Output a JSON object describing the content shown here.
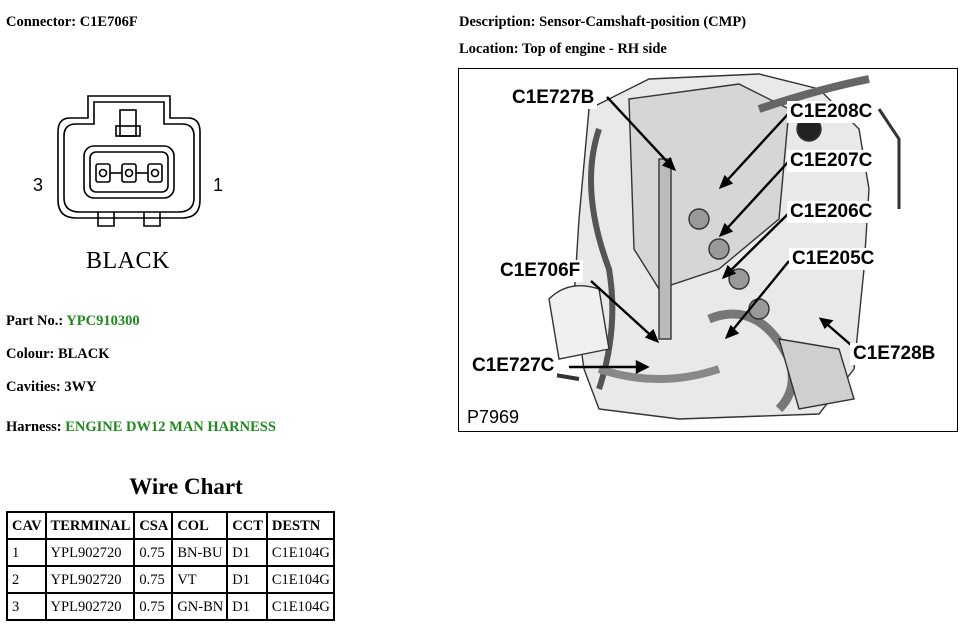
{
  "connector": {
    "label": "Connector:",
    "id": "C1E706F",
    "pin_left": "3",
    "pin_right": "1",
    "caption": "BLACK"
  },
  "description": {
    "label": "Description:",
    "value": "Sensor-Camshaft-position (CMP)"
  },
  "location": {
    "label": "Location:",
    "value": "Top of engine - RH side"
  },
  "part_no": {
    "label": "Part No.:",
    "value": "YPC910300"
  },
  "colour": {
    "label": "Colour:",
    "value": "BLACK"
  },
  "cavities": {
    "label": "Cavities:",
    "value": "3WY"
  },
  "harness": {
    "label": "Harness:",
    "value": "ENGINE DW12 MAN HARNESS"
  },
  "wire_chart": {
    "title": "Wire Chart",
    "headers": [
      "CAV",
      "TERMINAL",
      "CSA",
      "COL",
      "CCT",
      "DESTN"
    ],
    "rows": [
      [
        "1",
        "YPL902720",
        "0.75",
        "BN-BU",
        "D1",
        "C1E104G"
      ],
      [
        "2",
        "YPL902720",
        "0.75",
        "VT",
        "D1",
        "C1E104G"
      ],
      [
        "3",
        "YPL902720",
        "0.75",
        "GN-BN",
        "D1",
        "C1E104G"
      ]
    ]
  },
  "figure": {
    "ref": "P7969",
    "callouts": [
      "C1E727B",
      "C1E208C",
      "C1E207C",
      "C1E206C",
      "C1E205C",
      "C1E706F",
      "C1E728B",
      "C1E727C"
    ]
  },
  "colors": {
    "link_green": "#1e8a1e"
  }
}
